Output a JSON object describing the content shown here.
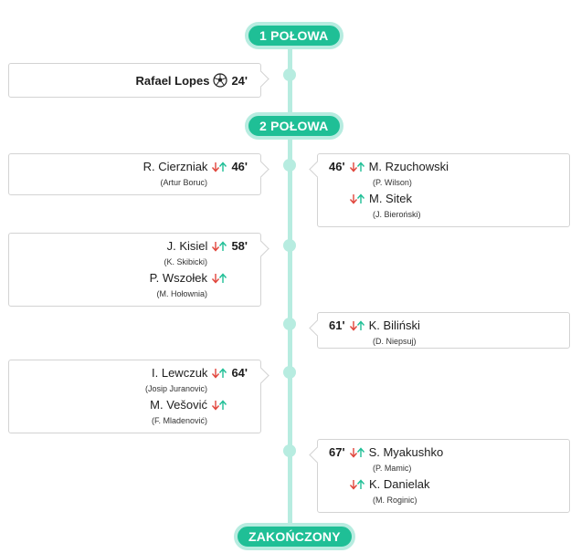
{
  "phases": {
    "first_half": "1 POŁOWA",
    "second_half": "2 POŁOWA",
    "finished": "ZAKOŃCZONY"
  },
  "colors": {
    "accent": "#1fbf96",
    "line": "#b7ece0",
    "sub_out": "#e0453b",
    "sub_in": "#1fbf96"
  },
  "events": {
    "goal": {
      "player": "Rafael Lopes",
      "minute": "24'",
      "icon": "football-icon"
    },
    "e46_left": {
      "minute": "46'",
      "in": "R. Cierzniak",
      "out": "(Artur Boruc)"
    },
    "e46_right": {
      "minute": "46'",
      "subs": [
        {
          "in": "M. Rzuchowski",
          "out": "(P. Wilson)"
        },
        {
          "in": "M. Sitek",
          "out": "(J. Bieroński)"
        }
      ]
    },
    "e58_left": {
      "minute": "58'",
      "subs": [
        {
          "in": "J. Kisiel",
          "out": "(K. Skibicki)"
        },
        {
          "in": "P. Wszołek",
          "out": "(M. Hołownia)"
        }
      ]
    },
    "e61_right": {
      "minute": "61'",
      "in": "K. Biliński",
      "out": "(D. Niepsuj)"
    },
    "e64_left": {
      "minute": "64'",
      "subs": [
        {
          "in": "I. Lewczuk",
          "out": "(Josip Juranovic)"
        },
        {
          "in": "M. Vešović",
          "out": "(F. Mladenović)"
        }
      ]
    },
    "e67_right": {
      "minute": "67'",
      "subs": [
        {
          "in": "S. Myakushko",
          "out": "(P. Mamic)"
        },
        {
          "in": "K. Danielak",
          "out": "(M. Roginic)"
        }
      ]
    }
  }
}
